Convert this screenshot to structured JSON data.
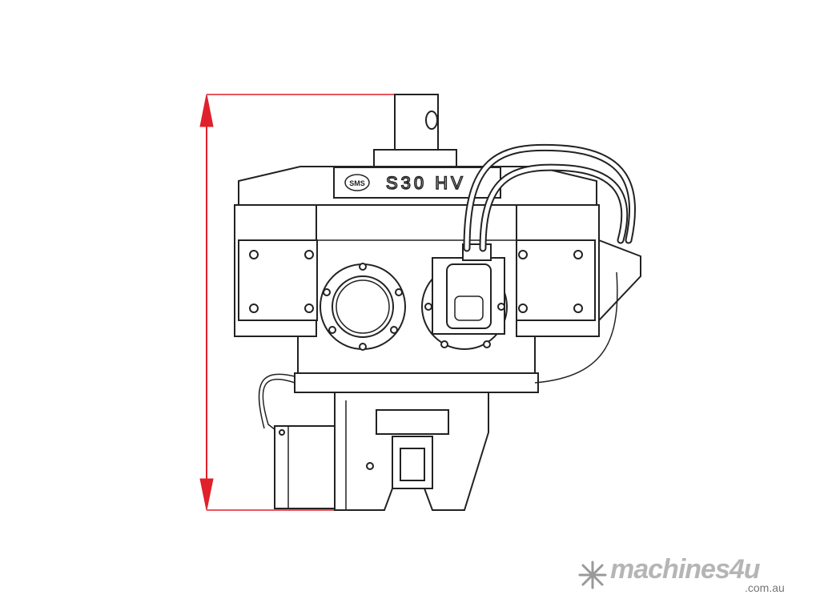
{
  "drawing": {
    "model_plate_logo": "SMS",
    "model_plate_text": "S30 HV",
    "dimension_color": "#e0202a"
  },
  "watermark": {
    "brand": "machines4u",
    "domain": ".com.au"
  }
}
